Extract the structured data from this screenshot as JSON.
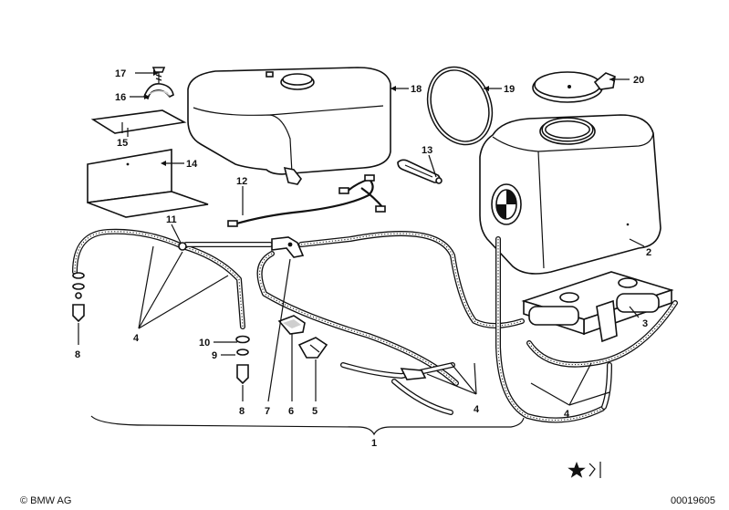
{
  "callouts": {
    "n17": "17",
    "n16": "16",
    "n15": "15",
    "n14": "14",
    "n18": "18",
    "n19": "19",
    "n20": "20",
    "n13": "13",
    "n12": "12",
    "n11": "11",
    "n2": "2",
    "n3": "3",
    "n4a": "4",
    "n4b": "4",
    "n4c": "4",
    "n8a": "8",
    "n8b": "8",
    "n10": "10",
    "n9": "9",
    "n7": "7",
    "n6": "6",
    "n5": "5",
    "n1": "1"
  },
  "footer": {
    "copyright": "© BMW AG",
    "diagram_number": "00019605",
    "star_symbol": "★⟩"
  },
  "icons": {
    "copyright": "copyright-icon",
    "star": "star-icon"
  }
}
